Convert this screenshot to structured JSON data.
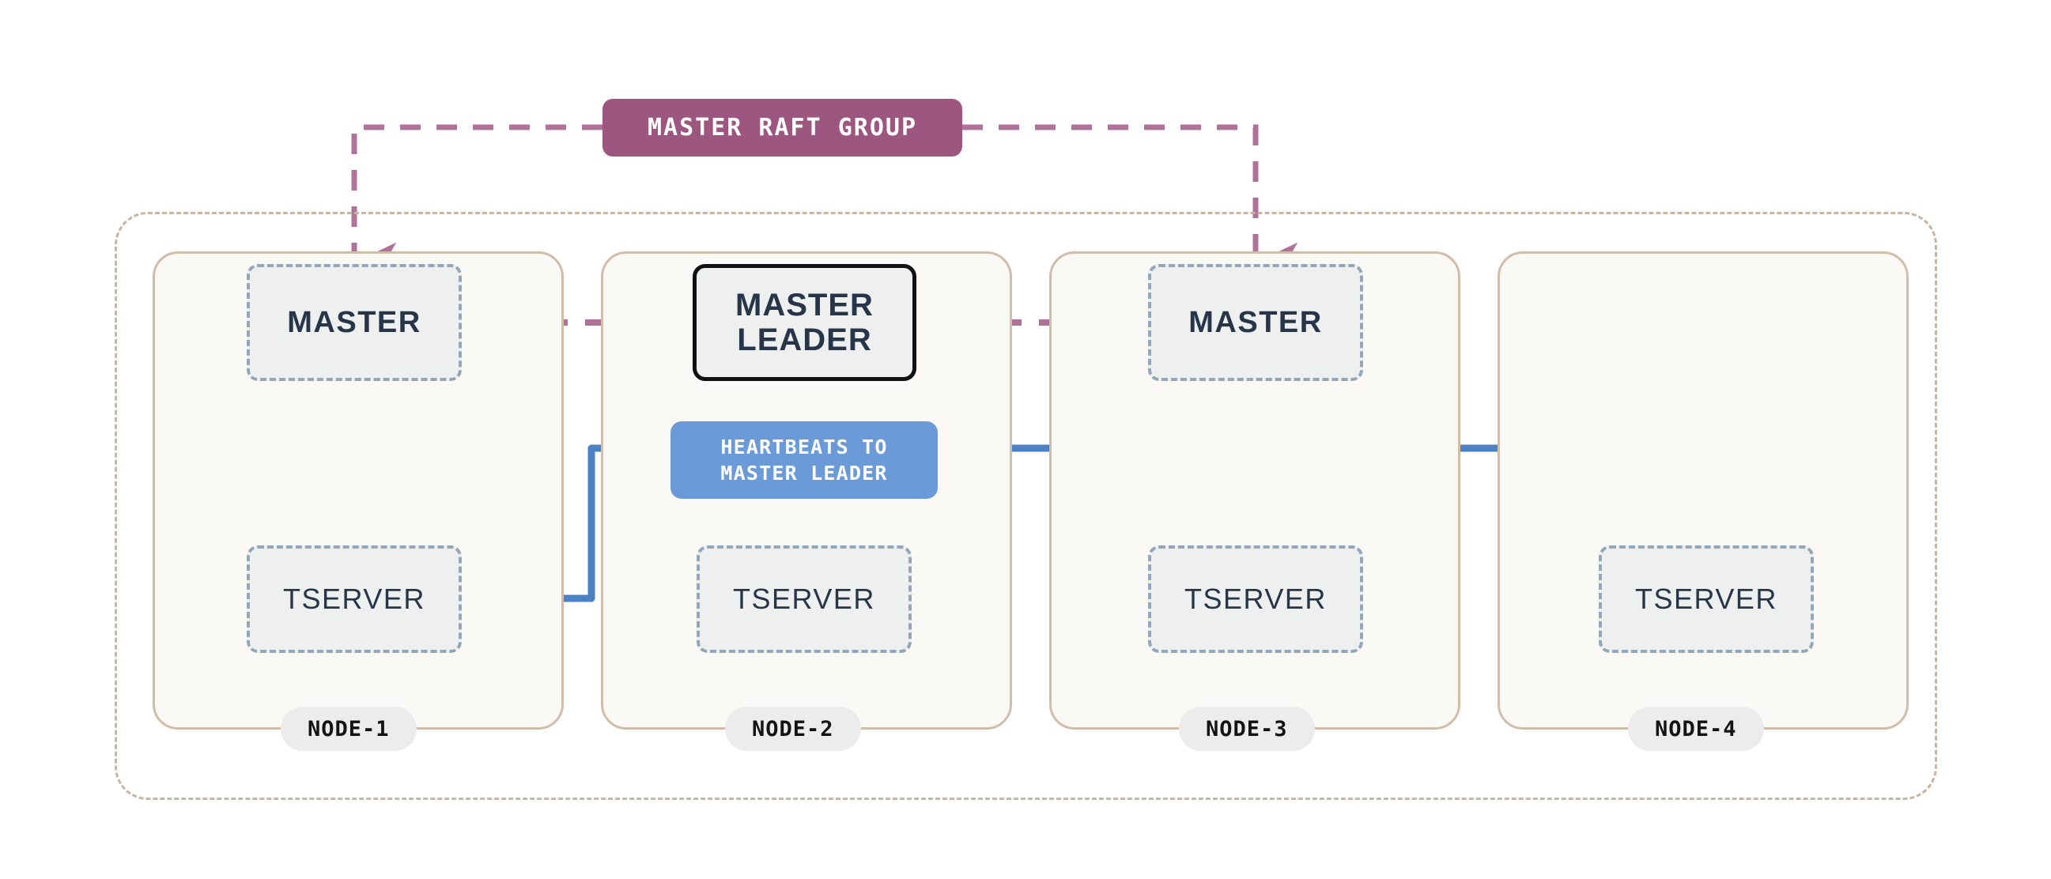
{
  "diagram": {
    "title": "YugabyteDB cluster master raft group and heartbeats",
    "colors": {
      "raft_accent": "#9d5680",
      "heartbeat_accent": "#6a9bd8",
      "node_border": "#d2bdaa",
      "node_fill": "#fbf9f6",
      "cluster_border": "#c9b5a4",
      "component_border": "#93a7bb",
      "component_fill": "#eef0f0",
      "component_text": "#273549",
      "leader_border": "#111111",
      "background": "#ffffff"
    }
  },
  "labels": {
    "master_raft_group": "MASTER RAFT GROUP",
    "heartbeats_line1": "HEARTBEATS TO",
    "heartbeats_line2": "MASTER LEADER",
    "master": "MASTER",
    "master_leader": "MASTER\nLEADER",
    "tserver": "TSERVER"
  },
  "nodes": [
    {
      "id": "node-1",
      "label": "NODE-1",
      "components": [
        {
          "type": "master",
          "label": "MASTER",
          "role": "follower"
        },
        {
          "type": "tserver",
          "label": "TSERVER"
        }
      ]
    },
    {
      "id": "node-2",
      "label": "NODE-2",
      "components": [
        {
          "type": "master",
          "label": "MASTER\nLEADER",
          "role": "leader"
        },
        {
          "type": "tserver",
          "label": "TSERVER"
        }
      ]
    },
    {
      "id": "node-3",
      "label": "NODE-3",
      "components": [
        {
          "type": "master",
          "label": "MASTER",
          "role": "follower"
        },
        {
          "type": "tserver",
          "label": "TSERVER"
        }
      ]
    },
    {
      "id": "node-4",
      "label": "NODE-4",
      "components": [
        {
          "type": "tserver",
          "label": "TSERVER"
        }
      ]
    }
  ],
  "connections": {
    "raft_group": {
      "style": "dashed",
      "color": "#b0719a",
      "from": "MASTER RAFT GROUP",
      "to": [
        "NODE-1 MASTER",
        "NODE-3 MASTER"
      ],
      "peer_links": [
        {
          "from": "NODE-1 MASTER",
          "to": "MASTER LEADER",
          "bidirectional": true
        },
        {
          "from": "MASTER LEADER",
          "to": "NODE-3 MASTER",
          "bidirectional": true
        }
      ]
    },
    "heartbeats": {
      "style": "solid",
      "color": "#4a82c4",
      "from": [
        "NODE-1 TSERVER",
        "NODE-2 TSERVER",
        "NODE-3 TSERVER",
        "NODE-4 TSERVER"
      ],
      "to": "MASTER LEADER",
      "arrow_count": 4
    }
  }
}
